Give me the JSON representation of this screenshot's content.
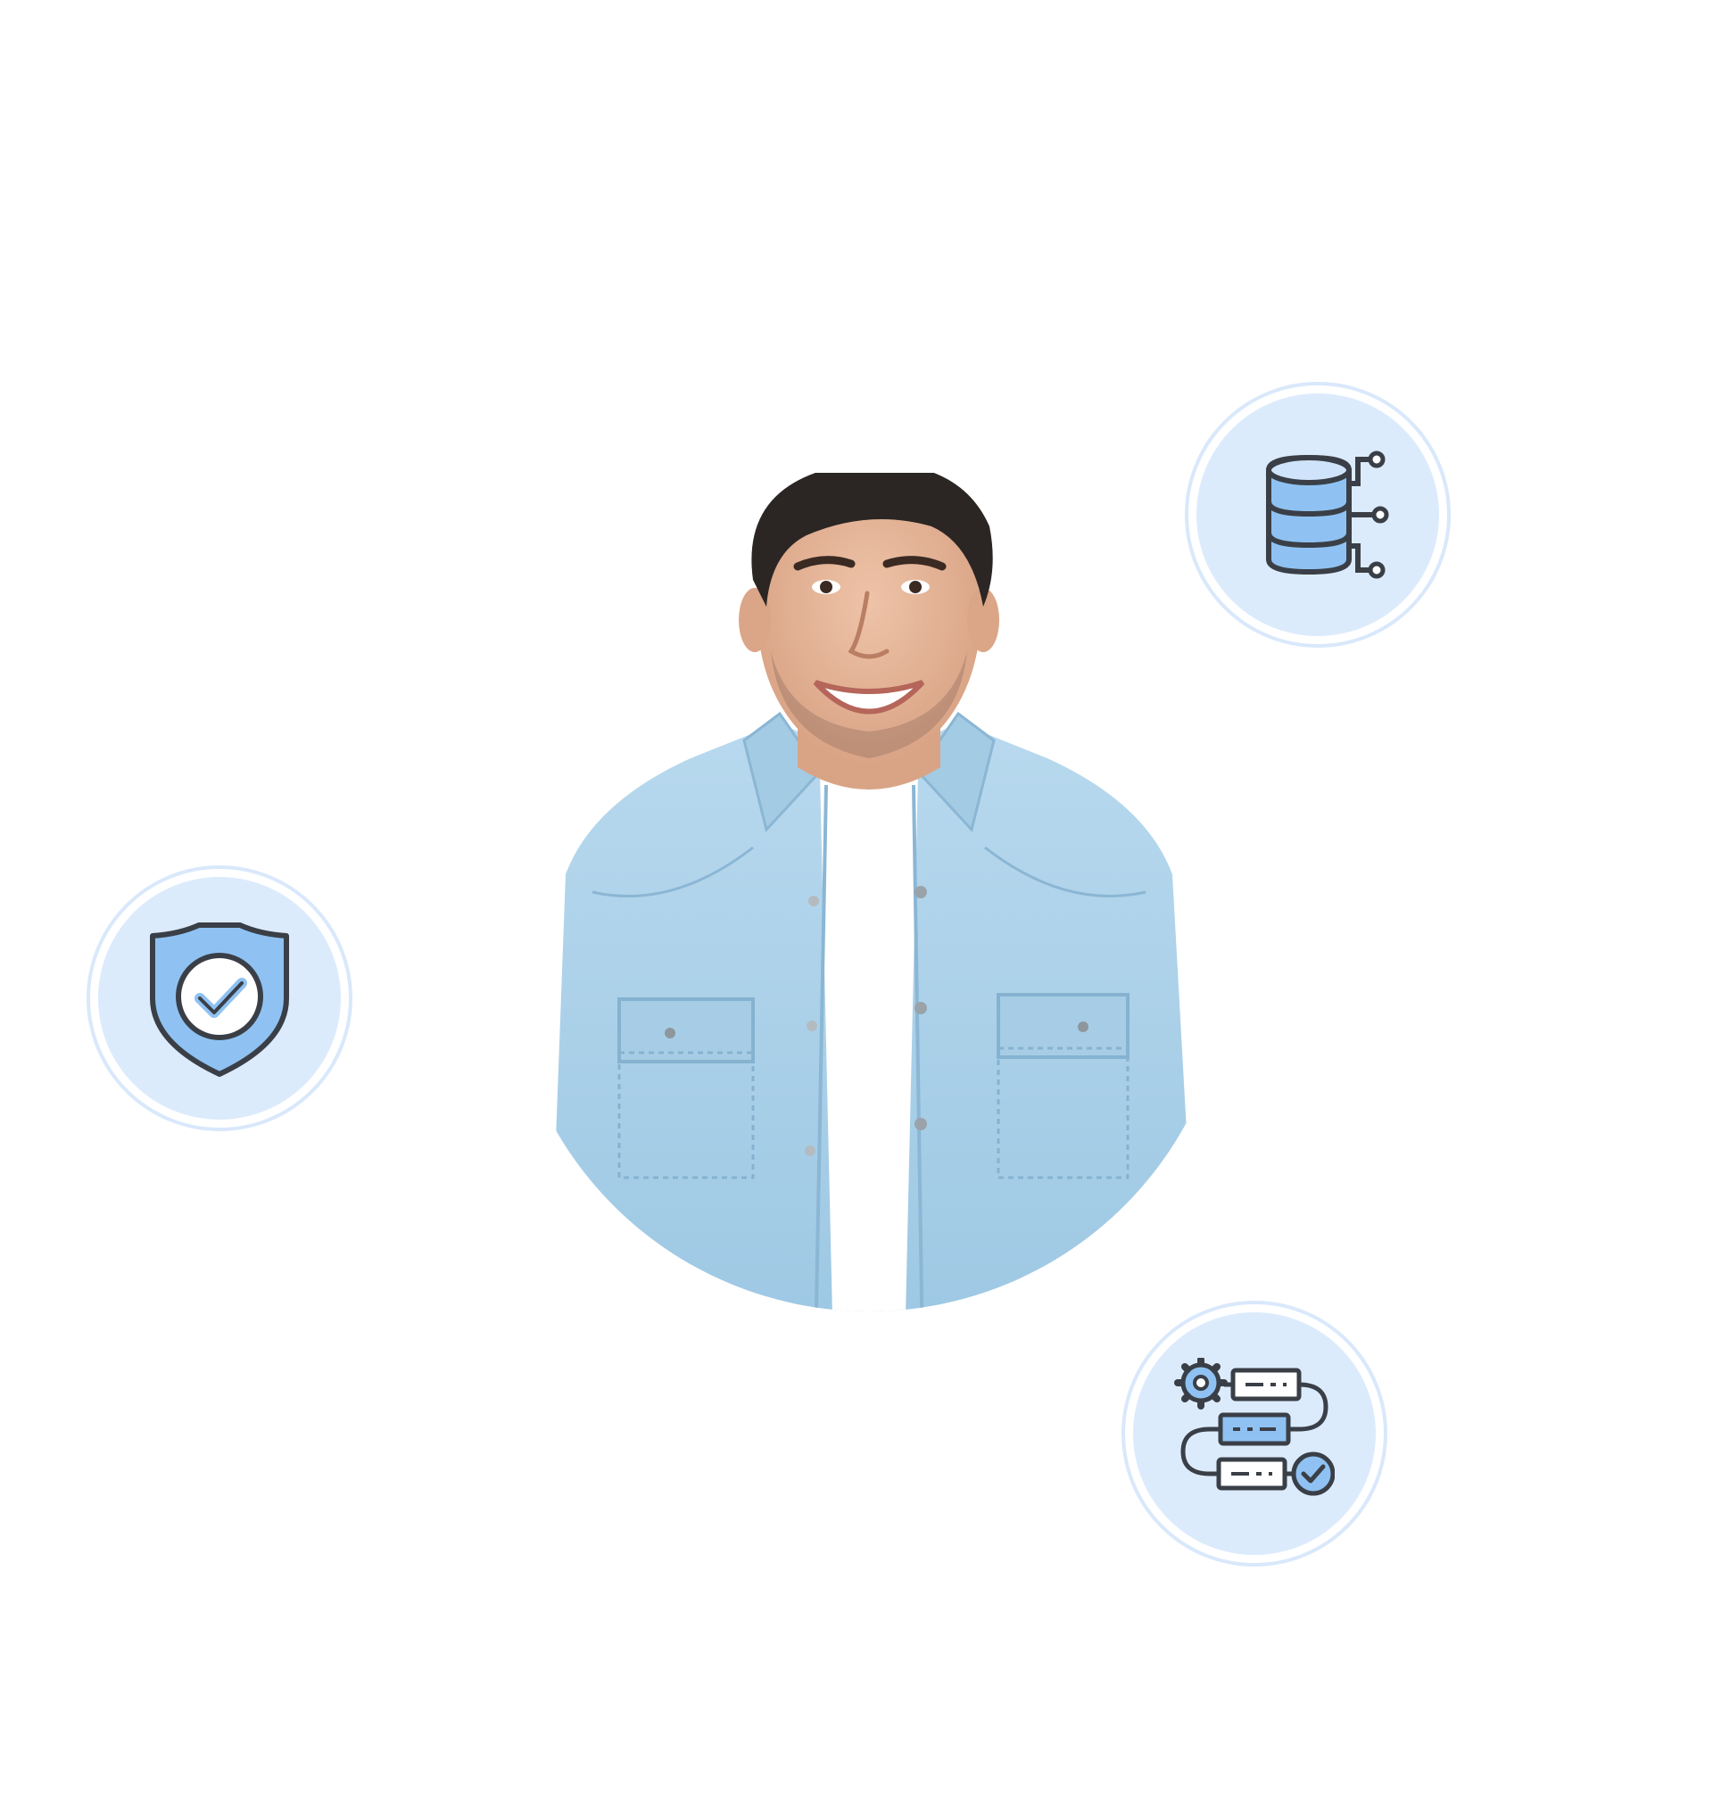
{
  "colors": {
    "background": "#ffffff",
    "badge_fill": "#dcebfc",
    "badge_ring": "#d9e8fb",
    "icon_accent": "#8fc2f2",
    "icon_stroke": "#3a3f47",
    "shirt": "#a9cfe6",
    "shirt_shadow": "#8db8d6",
    "tshirt": "#ffffff",
    "skin": "#e5b69a",
    "hair": "#2b2624"
  },
  "portrait": {
    "subject": "person-portrait"
  },
  "badges": [
    {
      "key": "database",
      "icon": "database-network-icon"
    },
    {
      "key": "shield",
      "icon": "shield-check-icon"
    },
    {
      "key": "workflow",
      "icon": "workflow-process-icon"
    }
  ]
}
